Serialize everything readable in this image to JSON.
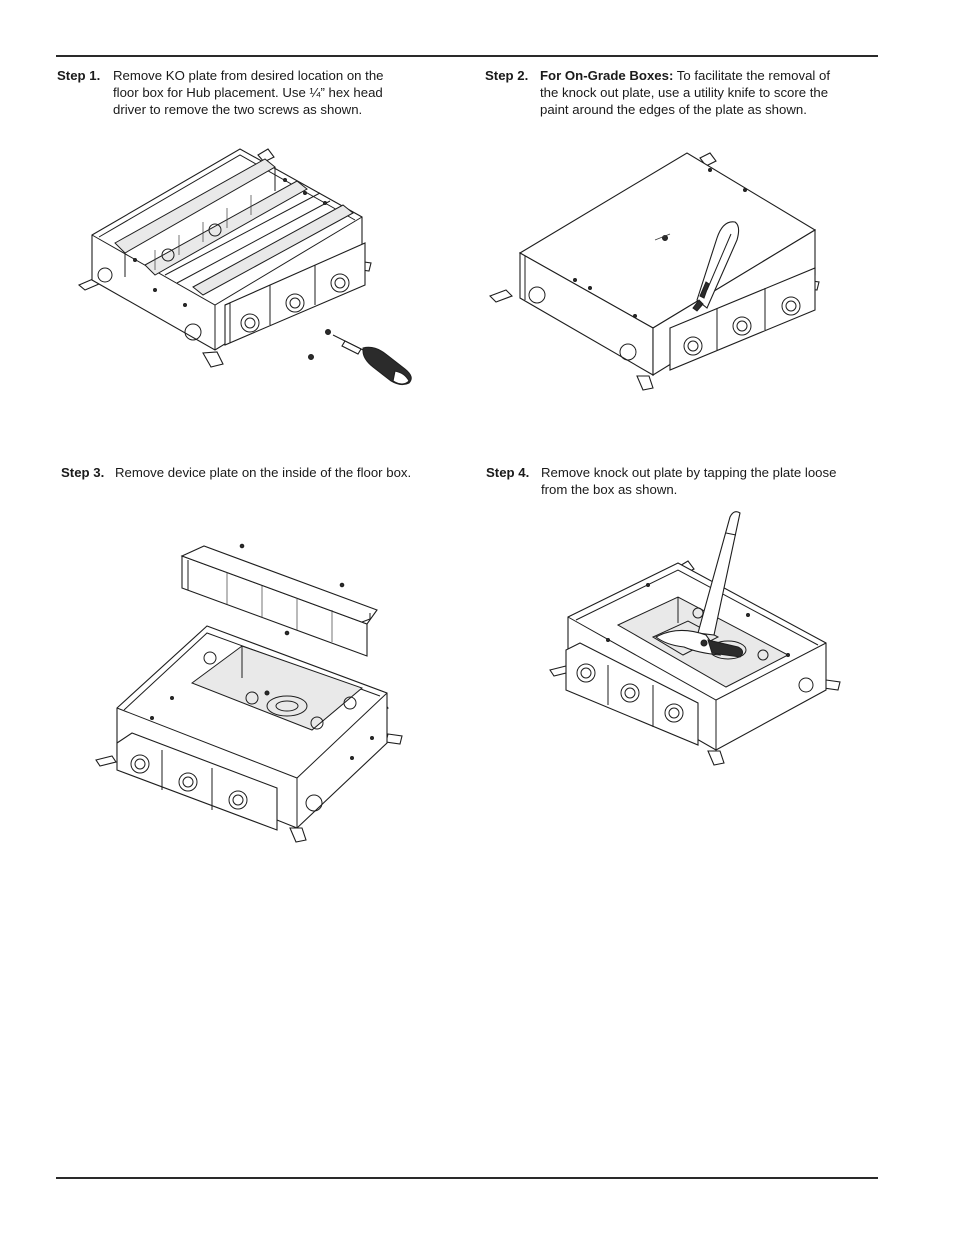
{
  "steps": [
    {
      "label": "Step 1.",
      "lines": [
        "Remove KO plate from desired location on the",
        "floor box for Hub placement. Use ¼” hex head",
        "driver to remove the two screws as shown."
      ]
    },
    {
      "label": "Step 2.",
      "bold": "For On-Grade Boxes:",
      "lines": [
        " To facilitate the removal of",
        "the knock out plate, use a utility knife to score the",
        "paint around the edges of the plate as shown."
      ]
    },
    {
      "label": "Step 3.",
      "lines": [
        "Remove device plate on the inside of the floor box."
      ]
    },
    {
      "label": "Step 4.",
      "lines": [
        "Remove knock out plate by tapping the plate loose",
        "from the box as shown."
      ]
    }
  ]
}
